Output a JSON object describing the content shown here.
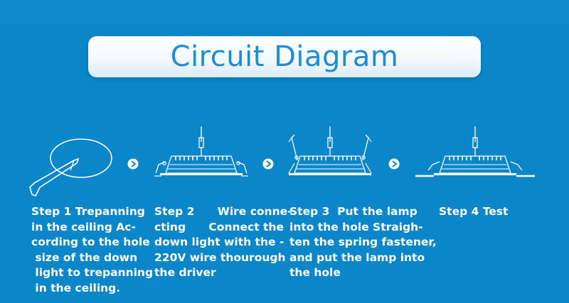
{
  "title": "Circuit Diagram",
  "steps": [
    {
      "text": "Step 1 Trepanning\nin the ceiling Ac-\ncording to the hole\n size of the down\n light to trepanning\n in the ceiling."
    },
    {
      "text": "Step 2      Wire conne-\ncting      Connect the\ndown light with the -\n220V wire thourough\nthe driver"
    },
    {
      "text": "Step 3  Put the lamp\ninto the hole Straigh-\nten the spring fastener,\nand put the lamp into\nthe hole"
    },
    {
      "text": "Step 4 Test"
    }
  ],
  "icons": {
    "arrow": "chevron-right-circle-icon",
    "step1": "hole-saw-icon",
    "step2": "wired-downlight-icon",
    "step3": "downlight-springs-up-icon",
    "step4": "installed-downlight-icon"
  },
  "colors": {
    "background": "#0b86c8",
    "title_text": "#1d8ed3",
    "line_art": "#ffffff"
  }
}
